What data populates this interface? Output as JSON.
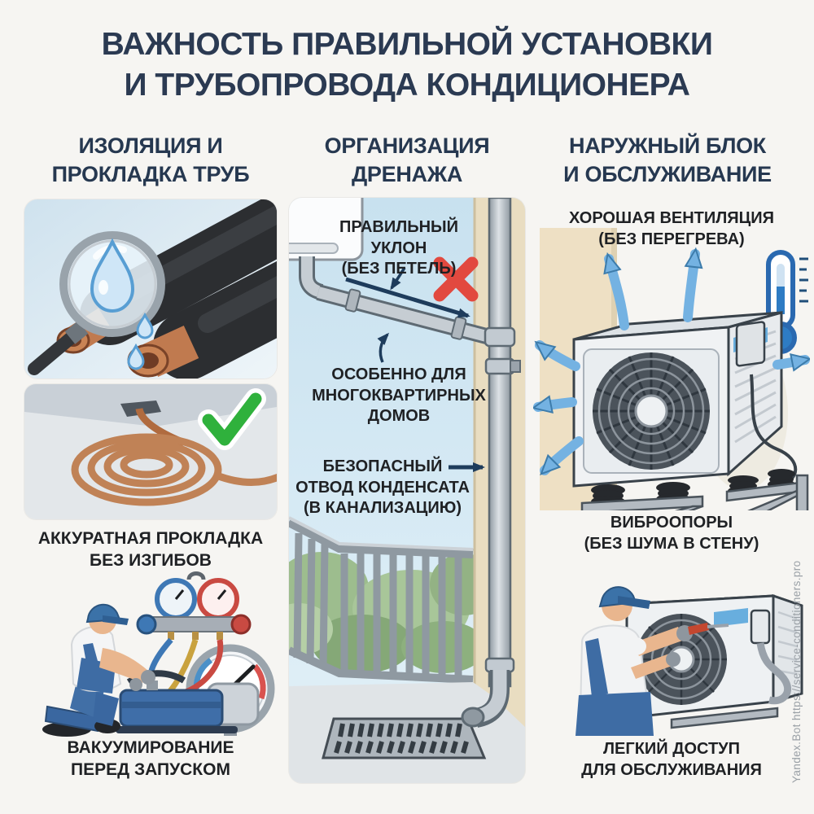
{
  "title": {
    "lines": [
      "ВАЖНОСТЬ ПРАВИЛЬНОЙ УСТАНОВКИ",
      "И ТРУБОПРОВОДА КОНДИЦИОНЕРА"
    ]
  },
  "col1": {
    "header": {
      "lines": [
        "ИЗОЛЯЦИЯ И",
        "ПРОКЛАДКА ТРУБ"
      ]
    },
    "caption_routing": {
      "lines": [
        "АККУРАТНАЯ ПРОКЛАДКА",
        "БЕЗ ИЗГИБОВ"
      ]
    },
    "caption_vacuum": {
      "lines": [
        "ВАКУУМИРОВАНИЕ",
        "ПЕРЕД ЗАПУСКОМ"
      ]
    }
  },
  "col2": {
    "header": {
      "lines": [
        "ОРГАНИЗАЦИЯ",
        "ДРЕНАЖА"
      ]
    },
    "label_slope": {
      "lines": [
        "ПРАВИЛЬНЫЙ",
        "УКЛОН",
        "(БЕЗ ПЕТЕЛЬ)"
      ]
    },
    "label_apartments": {
      "lines": [
        "ОСОБЕННО ДЛЯ",
        "МНОГОКВАРТИРНЫХ",
        "ДОМОВ"
      ]
    },
    "label_sewer": {
      "lines": [
        "БЕЗОПАСНЫЙ",
        "ОТВОД КОНДЕНСАТА",
        "(В КАНАЛИЗАЦИЮ)"
      ]
    }
  },
  "col3": {
    "header": {
      "lines": [
        "НАРУЖНЫЙ БЛОК",
        "И ОБСЛУЖИВАНИЕ"
      ]
    },
    "label_ventilation": {
      "lines": [
        "ХОРОШАЯ ВЕНТИЛЯЦИЯ",
        "(БЕЗ ПЕРЕГРЕВА)"
      ]
    },
    "label_vibration": {
      "lines": [
        "ВИБРООПОРЫ",
        "(БЕЗ ШУМА В СТЕНУ)"
      ]
    },
    "label_access": {
      "lines": [
        "ЛЕГКИЙ ДОСТУП",
        "ДЛЯ ОБСЛУЖИВАНИЯ"
      ]
    }
  },
  "watermark": "Yandex.Bot https://service-conditioners.pro",
  "icons": [
    "magnifier-icon",
    "water-drop-icon",
    "check-icon",
    "x-icon",
    "thermometer-icon",
    "airflow-arrow-icon",
    "slope-arrow-icon"
  ],
  "colors": {
    "background": "#f6f5f2",
    "heading_navy": "#2b3a52",
    "body_text": "#1f2124",
    "panel_blue": "#cfe3ee",
    "wall_beige": "#e9ddc1",
    "arrow_blue": "#74b2e2",
    "arrow_navy": "#1e3c5c",
    "cross_red": "#e2493f",
    "check_green": "#2fb13c",
    "copper": "#c07a4f",
    "insulation_black": "#2c2e31",
    "pipe_gray": "#c6cdd3",
    "uniform_blue": "#3e6ca4",
    "watermark_gray": "#9aa0a6"
  }
}
